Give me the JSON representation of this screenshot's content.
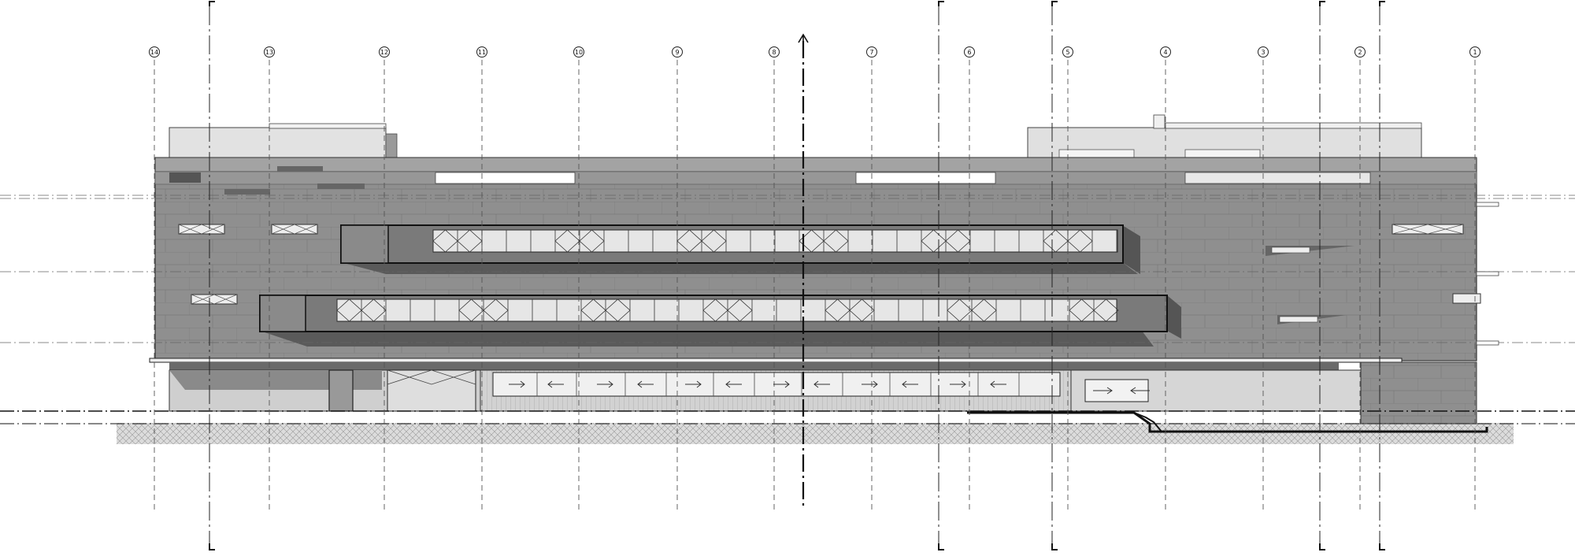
{
  "drawing": {
    "colors": {
      "background": "#ffffff",
      "cladding": "#8f8f8f",
      "cladding_dark": "#6e6e6e",
      "penthouse": "#d9d9d9",
      "glass": "#e4e4e4",
      "line": "#222222",
      "ground_hatch": "#cfcfcf"
    },
    "grid_labels": [
      "14",
      "13",
      "12",
      "11",
      "10",
      "9",
      "8",
      "7",
      "6",
      "5",
      "4",
      "3",
      "2",
      "1"
    ],
    "section_markers": [
      "section-cut-1",
      "section-cut-2",
      "section-cut-3",
      "section-cut-4",
      "section-cut-5"
    ],
    "center_axis_icon": "north-arrow-icon",
    "door_arrow_icons": [
      "arrow-right",
      "arrow-left",
      "arrow-right",
      "arrow-left",
      "arrow-right",
      "arrow-left",
      "arrow-right",
      "arrow-left",
      "arrow-right",
      "arrow-left",
      "arrow-right",
      "arrow-left"
    ]
  }
}
